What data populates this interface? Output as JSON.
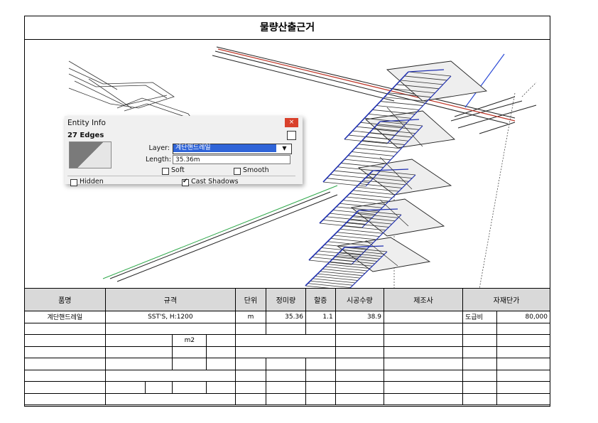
{
  "title": "물량산출근거",
  "entity_info": {
    "window_title": "Entity Info",
    "close_glyph": "×",
    "selection": "27 Edges",
    "layer_label": "Layer:",
    "layer_value": "계단핸드레일",
    "length_label": "Length:",
    "length_value": "35.36m",
    "soft_label": "Soft",
    "smooth_label": "Smooth",
    "hidden_label": "Hidden",
    "cast_shadows_label": "Cast Shadows",
    "soft_checked": false,
    "smooth_checked": false,
    "hidden_checked": false,
    "cast_shadows_checked": true
  },
  "table": {
    "headers": {
      "item": "품명",
      "spec": "규격",
      "unit": "단위",
      "net_qty": "정미량",
      "markup": "할증",
      "work_qty": "시공수량",
      "maker": "제조사",
      "material_price": "자재단가"
    },
    "row1": {
      "item": "계단핸드레일",
      "spec": "SST'S, H:1200",
      "unit": "m",
      "net_qty": "35.36",
      "markup": "1.1",
      "work_qty": "38.9",
      "maker": "",
      "price_type": "도급비",
      "price": "80,000"
    },
    "row3_unit": "m2"
  }
}
